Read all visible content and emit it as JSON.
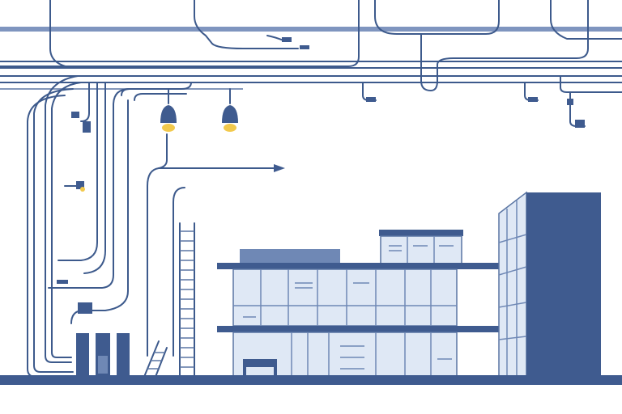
{
  "scene": {
    "description_icons": [
      "pipe-network",
      "ceiling-lamp",
      "ladder",
      "glass-office-building",
      "tower-building",
      "bench",
      "storage-tanks"
    ],
    "colors": {
      "pipe": "#3d5a8c",
      "building_dark": "#3f5b8f",
      "building_mid": "#6f88b5",
      "glass": "#dfe8f5",
      "lamp": "#f2c94c",
      "background": "#ffffff"
    }
  }
}
